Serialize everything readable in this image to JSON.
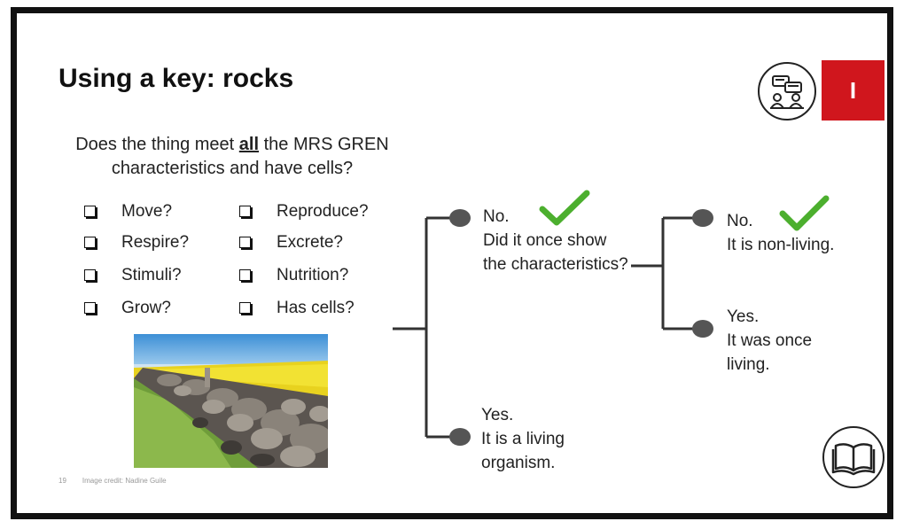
{
  "slide": {
    "title": "Using a key: rocks",
    "question_pre": "Does the thing meet ",
    "question_emph": "all",
    "question_post": " the MRS GREN characteristics and have cells?",
    "badge_label": "I",
    "credit_page": "19",
    "credit_text": "Image credit: Nadine Guile"
  },
  "checklist": {
    "col1": [
      "Move?",
      "Respire?",
      "Stimuli?",
      "Grow?"
    ],
    "col2": [
      "Reproduce?",
      "Excrete?",
      "Nutrition?",
      "Has cells?"
    ]
  },
  "tree": {
    "top_no": "No.",
    "top_question": "Did it once show the characteristics?",
    "bottom_yes": "Yes.",
    "bottom_text": "It is a living organism.",
    "right_no": "No.",
    "right_no_text": "It is non-living.",
    "right_yes": "Yes.",
    "right_yes_text": "It was once living."
  },
  "colors": {
    "badge_red": "#d0161d",
    "tick_green": "#4caf2e",
    "line": "#333333",
    "node": "#555555"
  },
  "icons": [
    "discussion-icon",
    "book-icon",
    "checkmark-icon",
    "checkbox-icon"
  ]
}
